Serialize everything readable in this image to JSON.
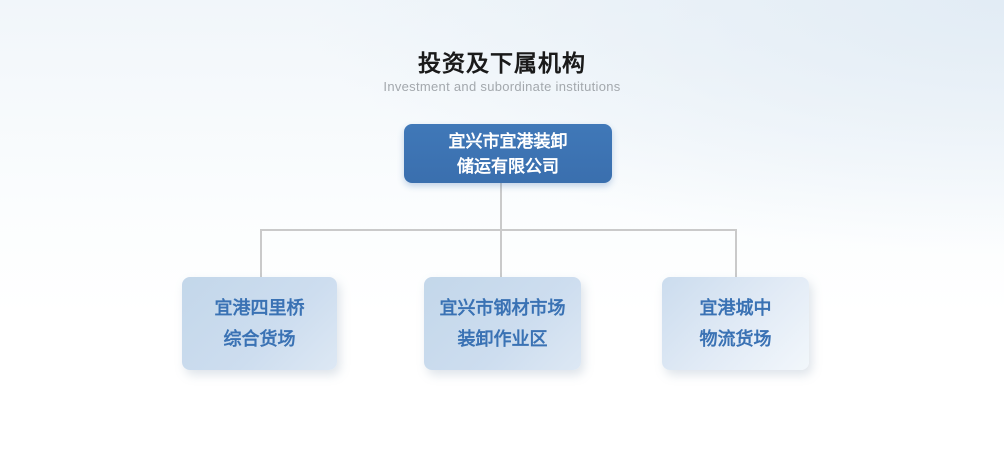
{
  "page": {
    "title": "投资及下属机构",
    "subtitle": "Investment and subordinate institutions"
  },
  "org_chart": {
    "type": "org-tree",
    "root": {
      "line1": "宜兴市宜港装卸",
      "line2": "储运有限公司"
    },
    "children": [
      {
        "line1": "宜港四里桥",
        "line2": "综合货场"
      },
      {
        "line1": "宜兴市钢材市场",
        "line2": "装卸作业区"
      },
      {
        "line1": "宜港城中",
        "line2": "物流货场"
      }
    ]
  },
  "colors": {
    "root_box_bg": "#3d73b3",
    "root_box_text": "#ffffff",
    "child_box_bg": "#c5d8ec",
    "child_box_text": "#3a72b4",
    "connector": "#cacaca",
    "title_text": "#1a1a1a",
    "subtitle_text": "#a3a8ad",
    "background_top": "#eff5fa",
    "background_bottom": "#ffffff"
  }
}
